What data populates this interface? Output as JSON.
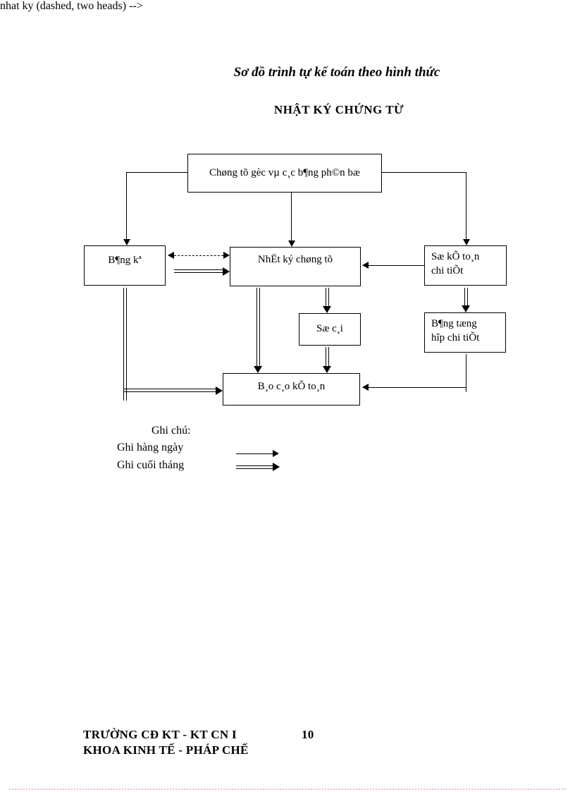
{
  "document": {
    "title_line1": "Sơ đồ trình tự kế toán theo hình thức",
    "title_line2": "NHẬT KÝ CHỨNG TỪ",
    "page_number": "10",
    "footer_line1": "TRƯỜNG CĐ KT - KT CN I",
    "footer_line2": "KHOA KINH TẾ - PHÁP CHẾ"
  },
  "diagram": {
    "boxes": {
      "chung_tu_goc": "Chøng tõ gèc vµ c¸c b¶ng ph©n bæ",
      "bang_ke": "B¶ng kª",
      "nhat_ky": "NhËt ký chøng tõ",
      "so_ke_toan_l1": "Sæ kÕ to¸n",
      "so_ke_toan_l2": "chi tiÕt",
      "so_cai": "Sæ c¸i",
      "bang_tong_hop_l1": "B¶ng tæng",
      "bang_tong_hop_l2": "hîp chi tiÕt",
      "bao_cao": "B¸o c¸o kÕ to¸n"
    },
    "legend": {
      "title": "Ghi chú:",
      "items": [
        {
          "label": "Ghi hàng ngày",
          "arrow": "single"
        },
        {
          "label": "Ghi cuối tháng",
          "arrow": "double"
        }
      ]
    },
    "colors": {
      "line": "#000000",
      "dotted_rule": "#eab9d5"
    }
  }
}
